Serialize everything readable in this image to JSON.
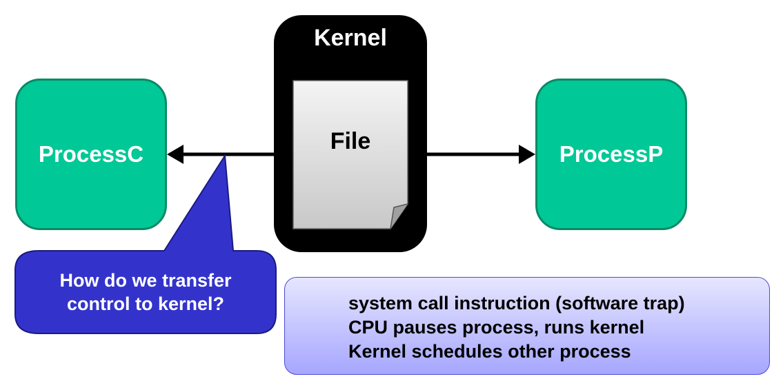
{
  "kernel": {
    "title": "Kernel",
    "file_label": "File"
  },
  "processes": {
    "left": "ProcessC",
    "right": "ProcessP"
  },
  "callout": {
    "line1": "How do we transfer",
    "line2": "control to kernel?"
  },
  "notes": [
    "system call instruction (software trap)",
    "CPU pauses process, runs kernel",
    "Kernel schedules other process"
  ],
  "colors": {
    "process_fill": "#00c896",
    "kernel_fill": "#000000",
    "callout_fill": "#3333cc",
    "notes_gradient_top": "#e6e6ff",
    "notes_gradient_bottom": "#a6a6ff"
  }
}
